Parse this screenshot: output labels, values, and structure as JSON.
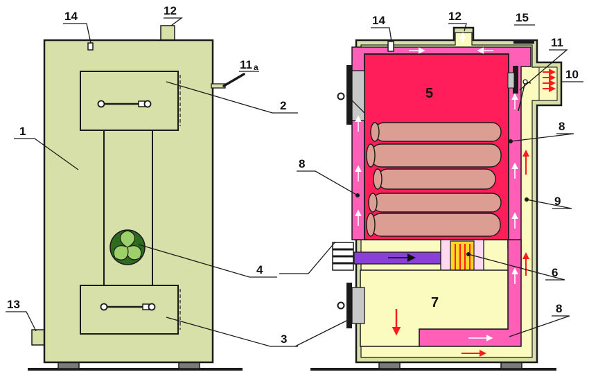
{
  "labels": {
    "l1": "1",
    "l2": "2",
    "l3": "3",
    "l4": "4",
    "l5": "5",
    "l6": "6",
    "l7": "7",
    "l8a": "8",
    "l8b": "8",
    "l8c": "8",
    "l9": "9",
    "l10": "10",
    "l11": "11",
    "l11a": "11",
    "l11a_sub": "a",
    "l12a": "12",
    "l12b": "12",
    "l13": "13",
    "l14a": "14",
    "l14b": "14",
    "l15": "15"
  },
  "colors": {
    "body": "#d6e0a8",
    "outline": "#1a1a1a",
    "water": "#fbfbbf",
    "combustion_chamber": "#ff1e5a",
    "gas_channel": "#ff5fb6",
    "logs": "#dc9d92",
    "air_duct": "#8a3fd8",
    "door": "#c8c8c8",
    "flame": "#ffd52a",
    "arrow_red": "#ff1a1a",
    "arrow_white": "#ffffff",
    "feet": "#7a7a7a"
  }
}
